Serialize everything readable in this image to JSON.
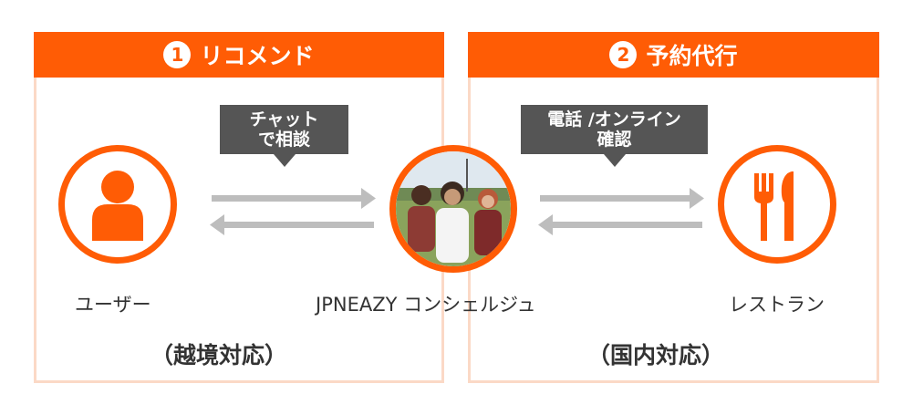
{
  "panels": {
    "left": {
      "number": "1",
      "title": "リコメンド",
      "scope": "（越境対応）"
    },
    "right": {
      "number": "2",
      "title": "予約代行",
      "scope": "（国内対応）"
    }
  },
  "bubbles": {
    "left": {
      "line1": "チャット",
      "line2": "で相談"
    },
    "right": {
      "line1": "電話 /オンライン",
      "line2": "確認"
    }
  },
  "labels": {
    "user": "ユーザー",
    "concierge": "JPNEAZY コンシェルジュ",
    "restaurant": "レストラン"
  },
  "icons": {
    "user": "person-icon",
    "restaurant": "fork-knife-icon",
    "concierge": "group-photo"
  },
  "colors": {
    "accent": "#ff5c05",
    "panel_border": "#fbd9c6",
    "bubble": "#555555",
    "arrow": "#bdbdbd"
  }
}
